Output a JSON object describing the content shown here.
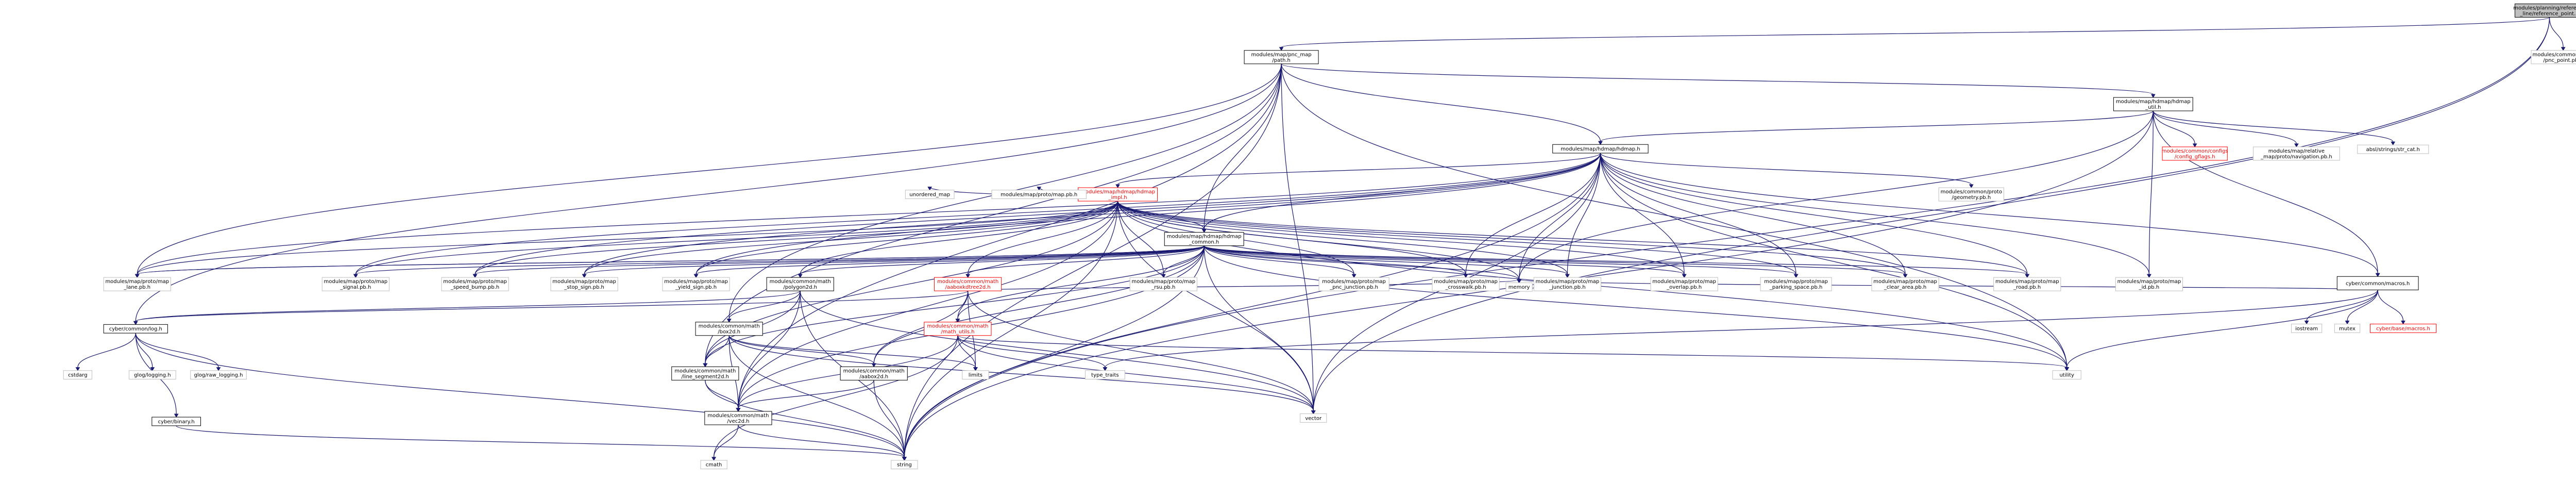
{
  "colors": {
    "edge": "#191970",
    "root_fill": "#bfbfbf",
    "incomplete_text": "#ff0000",
    "missing_border": "#bfbfbf"
  },
  "nodes": [
    {
      "id": "root",
      "label": "modules/planning/reference\n_line/reference_point.h",
      "kind": "root"
    },
    {
      "id": "pnc_path",
      "label": "modules/map/pnc_map\n/path.h",
      "kind": "normal"
    },
    {
      "id": "pnc_point",
      "label": "modules/common/proto\n/pnc_point.pb.h",
      "kind": "missing"
    },
    {
      "id": "hdmap_util",
      "label": "modules/map/hdmap/hdmap\n_util.h",
      "kind": "normal"
    },
    {
      "id": "hdmap",
      "label": "modules/map/hdmap/hdmap.h",
      "kind": "normal"
    },
    {
      "id": "config_gflags",
      "label": "modules/common/configs\n/config_gflags.h",
      "kind": "incomplete"
    },
    {
      "id": "relative_map",
      "label": "modules/map/relative\n_map/proto/navigation.pb.h",
      "kind": "missing"
    },
    {
      "id": "str_cat",
      "label": "absl/strings/str_cat.h",
      "kind": "missing"
    },
    {
      "id": "hdmap_impl",
      "label": "modules/map/hdmap/hdmap\n_impl.h",
      "kind": "incomplete"
    },
    {
      "id": "geometry_pb",
      "label": "modules/common/proto\n/geometry.pb.h",
      "kind": "missing"
    },
    {
      "id": "unordered_map",
      "label": "unordered_map",
      "kind": "missing"
    },
    {
      "id": "map_pb",
      "label": "modules/map/proto/map.pb.h",
      "kind": "missing"
    },
    {
      "id": "hdmap_common",
      "label": "modules/map/hdmap/hdmap\n_common.h",
      "kind": "normal"
    },
    {
      "id": "macros",
      "label": "cyber/common/macros.h",
      "kind": "normal"
    },
    {
      "id": "lane_pb",
      "label": "modules/map/proto/map\n_lane.pb.h",
      "kind": "missing"
    },
    {
      "id": "signal_pb",
      "label": "modules/map/proto/map\n_signal.pb.h",
      "kind": "missing"
    },
    {
      "id": "speed_bump_pb",
      "label": "modules/map/proto/map\n_speed_bump.pb.h",
      "kind": "missing"
    },
    {
      "id": "stop_sign_pb",
      "label": "modules/map/proto/map\n_stop_sign.pb.h",
      "kind": "missing"
    },
    {
      "id": "yield_sign_pb",
      "label": "modules/map/proto/map\n_yield_sign.pb.h",
      "kind": "missing"
    },
    {
      "id": "polygon2d",
      "label": "modules/common/math\n/polygon2d.h",
      "kind": "normal"
    },
    {
      "id": "aaboxkdtree",
      "label": "modules/common/math\n/aaboxkdtree2d.h",
      "kind": "incomplete"
    },
    {
      "id": "rsu_pb",
      "label": "modules/map/proto/map\n_rsu.pb.h",
      "kind": "missing"
    },
    {
      "id": "pnc_junction_pb",
      "label": "modules/map/proto/map\n_pnc_junction.pb.h",
      "kind": "missing"
    },
    {
      "id": "crosswalk_pb",
      "label": "modules/map/proto/map\n_crosswalk.pb.h",
      "kind": "missing"
    },
    {
      "id": "junction_pb",
      "label": "modules/map/proto/map\n_junction.pb.h",
      "kind": "missing"
    },
    {
      "id": "overlap_pb",
      "label": "modules/map/proto/map\n_overlap.pb.h",
      "kind": "missing"
    },
    {
      "id": "parking_space_pb",
      "label": "modules/map/proto/map\n_parking_space.pb.h",
      "kind": "missing"
    },
    {
      "id": "clear_area_pb",
      "label": "modules/map/proto/map\n_clear_area.pb.h",
      "kind": "missing"
    },
    {
      "id": "road_pb",
      "label": "modules/map/proto/map\n_road.pb.h",
      "kind": "missing"
    },
    {
      "id": "id_pb",
      "label": "modules/map/proto/map\n_id.pb.h",
      "kind": "missing"
    },
    {
      "id": "memory",
      "label": "memory",
      "kind": "missing"
    },
    {
      "id": "log",
      "label": "cyber/common/log.h",
      "kind": "normal"
    },
    {
      "id": "box2d",
      "label": "modules/common/math\n/box2d.h",
      "kind": "normal"
    },
    {
      "id": "math_utils",
      "label": "modules/common/math\n/math_utils.h",
      "kind": "incomplete"
    },
    {
      "id": "cstdarg",
      "label": "cstdarg",
      "kind": "missing"
    },
    {
      "id": "glog",
      "label": "glog/logging.h",
      "kind": "missing"
    },
    {
      "id": "glograw",
      "label": "glog/raw_logging.h",
      "kind": "missing"
    },
    {
      "id": "binary",
      "label": "cyber/binary.h",
      "kind": "normal"
    },
    {
      "id": "line_segment",
      "label": "modules/common/math\n/line_segment2d.h",
      "kind": "normal"
    },
    {
      "id": "aabox2d",
      "label": "modules/common/math\n/aabox2d.h",
      "kind": "normal"
    },
    {
      "id": "limits",
      "label": "limits",
      "kind": "missing"
    },
    {
      "id": "type_traits",
      "label": "type_traits",
      "kind": "missing"
    },
    {
      "id": "utility",
      "label": "utility",
      "kind": "missing"
    },
    {
      "id": "vec2d",
      "label": "modules/common/math\n/vec2d.h",
      "kind": "normal"
    },
    {
      "id": "vector",
      "label": "vector",
      "kind": "missing"
    },
    {
      "id": "cmath",
      "label": "cmath",
      "kind": "missing"
    },
    {
      "id": "string",
      "label": "string",
      "kind": "missing"
    },
    {
      "id": "iostream",
      "label": "iostream",
      "kind": "missing"
    },
    {
      "id": "mutex",
      "label": "mutex",
      "kind": "missing"
    },
    {
      "id": "base_macros",
      "label": "cyber/base/macros.h",
      "kind": "incomplete"
    }
  ],
  "edges": [
    [
      "root",
      "pnc_path"
    ],
    [
      "root",
      "pnc_point"
    ],
    [
      "root",
      "vector"
    ],
    [
      "root",
      "string"
    ],
    [
      "pnc_path",
      "hdmap_util"
    ],
    [
      "pnc_path",
      "hdmap"
    ],
    [
      "pnc_path",
      "hdmap_common"
    ],
    [
      "pnc_path",
      "lane_pb"
    ],
    [
      "pnc_path",
      "log"
    ],
    [
      "pnc_path",
      "line_segment"
    ],
    [
      "pnc_path",
      "vec2d"
    ],
    [
      "pnc_path",
      "vector"
    ],
    [
      "pnc_path",
      "string"
    ],
    [
      "pnc_path",
      "box2d"
    ],
    [
      "pnc_path",
      "utility"
    ],
    [
      "hdmap_util",
      "hdmap"
    ],
    [
      "hdmap_util",
      "config_gflags"
    ],
    [
      "hdmap_util",
      "relative_map"
    ],
    [
      "hdmap_util",
      "str_cat"
    ],
    [
      "hdmap_util",
      "macros"
    ],
    [
      "hdmap_util",
      "id_pb"
    ],
    [
      "hdmap_util",
      "memory"
    ],
    [
      "hdmap_util",
      "string"
    ],
    [
      "hdmap",
      "hdmap_impl"
    ],
    [
      "hdmap",
      "geometry_pb"
    ],
    [
      "hdmap",
      "hdmap_common"
    ],
    [
      "hdmap",
      "lane_pb"
    ],
    [
      "hdmap",
      "signal_pb"
    ],
    [
      "hdmap",
      "speed_bump_pb"
    ],
    [
      "hdmap",
      "stop_sign_pb"
    ],
    [
      "hdmap",
      "yield_sign_pb"
    ],
    [
      "hdmap",
      "crosswalk_pb"
    ],
    [
      "hdmap",
      "junction_pb"
    ],
    [
      "hdmap",
      "overlap_pb"
    ],
    [
      "hdmap",
      "parking_space_pb"
    ],
    [
      "hdmap",
      "clear_area_pb"
    ],
    [
      "hdmap",
      "road_pb"
    ],
    [
      "hdmap",
      "id_pb"
    ],
    [
      "hdmap",
      "utility"
    ],
    [
      "hdmap",
      "vector"
    ],
    [
      "hdmap",
      "string"
    ],
    [
      "hdmap",
      "memory"
    ],
    [
      "hdmap",
      "macros"
    ],
    [
      "hdmap_impl",
      "unordered_map"
    ],
    [
      "hdmap_impl",
      "map_pb"
    ],
    [
      "hdmap_impl",
      "hdmap_common"
    ],
    [
      "hdmap_impl",
      "lane_pb"
    ],
    [
      "hdmap_impl",
      "signal_pb"
    ],
    [
      "hdmap_impl",
      "speed_bump_pb"
    ],
    [
      "hdmap_impl",
      "stop_sign_pb"
    ],
    [
      "hdmap_impl",
      "yield_sign_pb"
    ],
    [
      "hdmap_impl",
      "polygon2d"
    ],
    [
      "hdmap_impl",
      "aaboxkdtree"
    ],
    [
      "hdmap_impl",
      "rsu_pb"
    ],
    [
      "hdmap_impl",
      "pnc_junction_pb"
    ],
    [
      "hdmap_impl",
      "crosswalk_pb"
    ],
    [
      "hdmap_impl",
      "junction_pb"
    ],
    [
      "hdmap_impl",
      "overlap_pb"
    ],
    [
      "hdmap_impl",
      "parking_space_pb"
    ],
    [
      "hdmap_impl",
      "clear_area_pb"
    ],
    [
      "hdmap_impl",
      "road_pb"
    ],
    [
      "hdmap_impl",
      "memory"
    ],
    [
      "hdmap_impl",
      "utility"
    ],
    [
      "hdmap_impl",
      "vector"
    ],
    [
      "hdmap_impl",
      "string"
    ],
    [
      "hdmap_impl",
      "line_segment"
    ],
    [
      "hdmap_impl",
      "vec2d"
    ],
    [
      "hdmap_common",
      "lane_pb"
    ],
    [
      "hdmap_common",
      "signal_pb"
    ],
    [
      "hdmap_common",
      "speed_bump_pb"
    ],
    [
      "hdmap_common",
      "stop_sign_pb"
    ],
    [
      "hdmap_common",
      "yield_sign_pb"
    ],
    [
      "hdmap_common",
      "polygon2d"
    ],
    [
      "hdmap_common",
      "aaboxkdtree"
    ],
    [
      "hdmap_common",
      "math_utils"
    ],
    [
      "hdmap_common",
      "rsu_pb"
    ],
    [
      "hdmap_common",
      "crosswalk_pb"
    ],
    [
      "hdmap_common",
      "junction_pb"
    ],
    [
      "hdmap_common",
      "overlap_pb"
    ],
    [
      "hdmap_common",
      "parking_space_pb"
    ],
    [
      "hdmap_common",
      "clear_area_pb"
    ],
    [
      "hdmap_common",
      "road_pb"
    ],
    [
      "hdmap_common",
      "memory"
    ],
    [
      "hdmap_common",
      "utility"
    ],
    [
      "hdmap_common",
      "vector"
    ],
    [
      "hdmap_common",
      "string"
    ],
    [
      "hdmap_common",
      "aabox2d"
    ],
    [
      "hdmap_common",
      "vec2d"
    ],
    [
      "hdmap_common",
      "line_segment"
    ],
    [
      "hdmap_common",
      "pnc_junction_pb"
    ],
    [
      "hdmap_common",
      "lane_pb"
    ],
    [
      "macros",
      "iostream"
    ],
    [
      "macros",
      "mutex"
    ],
    [
      "macros",
      "base_macros"
    ],
    [
      "macros",
      "memory"
    ],
    [
      "macros",
      "type_traits"
    ],
    [
      "macros",
      "utility"
    ],
    [
      "polygon2d",
      "log"
    ],
    [
      "polygon2d",
      "box2d"
    ],
    [
      "polygon2d",
      "line_segment"
    ],
    [
      "polygon2d",
      "vec2d"
    ],
    [
      "polygon2d",
      "string"
    ],
    [
      "polygon2d",
      "vector"
    ],
    [
      "aaboxkdtree",
      "aabox2d"
    ],
    [
      "aaboxkdtree",
      "math_utils"
    ],
    [
      "aaboxkdtree",
      "limits"
    ],
    [
      "aaboxkdtree",
      "memory"
    ],
    [
      "aaboxkdtree",
      "vector"
    ],
    [
      "aaboxkdtree",
      "log"
    ],
    [
      "math_utils",
      "limits"
    ],
    [
      "math_utils",
      "type_traits"
    ],
    [
      "math_utils",
      "utility"
    ],
    [
      "math_utils",
      "vec2d"
    ],
    [
      "math_utils",
      "vector"
    ],
    [
      "math_utils",
      "cmath"
    ],
    [
      "log",
      "cstdarg"
    ],
    [
      "log",
      "glog"
    ],
    [
      "log",
      "glograw"
    ],
    [
      "log",
      "binary"
    ],
    [
      "log",
      "string"
    ],
    [
      "box2d",
      "aabox2d"
    ],
    [
      "box2d",
      "line_segment"
    ],
    [
      "box2d",
      "vec2d"
    ],
    [
      "box2d",
      "limits"
    ],
    [
      "box2d",
      "string"
    ],
    [
      "box2d",
      "vector"
    ],
    [
      "binary",
      "string"
    ],
    [
      "line_segment",
      "vec2d"
    ],
    [
      "line_segment",
      "string"
    ],
    [
      "aabox2d",
      "vec2d"
    ],
    [
      "aabox2d",
      "string"
    ],
    [
      "vec2d",
      "cmath"
    ],
    [
      "vec2d",
      "string"
    ]
  ]
}
